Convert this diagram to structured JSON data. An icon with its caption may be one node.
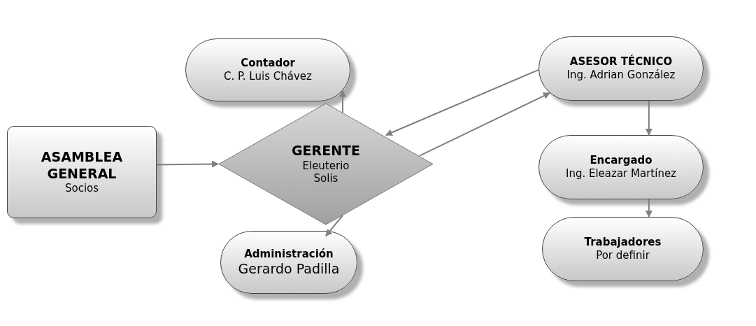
{
  "diagram": {
    "nodes": [
      {
        "text": [
          "ASAMBLEA GENERAL",
          "Socios"
        ]
      },
      {
        "text": [
          "Contador",
          "C. P. Luis Chávez"
        ]
      },
      {
        "text": [
          "GERENTE",
          "Eleuterio Solis"
        ]
      },
      {
        "text": [
          "Administración",
          "Gerardo Padilla"
        ]
      },
      {
        "text": [
          "ASESOR TÉCNICO",
          "Ing. Adrian González"
        ]
      },
      {
        "text": [
          "Encargado",
          "Ing. Eleazar Martínez"
        ]
      },
      {
        "text": [
          "Trabajadores",
          "Por definir"
        ]
      }
    ],
    "edges": [
      {
        "from": 0,
        "to": 2,
        "arrow": "to"
      },
      {
        "from": 2,
        "to": 1,
        "arrow": "to"
      },
      {
        "from": 2,
        "to": 3,
        "arrow": "to"
      },
      {
        "from": 4,
        "to": 2,
        "arrow": "to"
      },
      {
        "from": 2,
        "to": 4,
        "arrow": "to"
      },
      {
        "from": 4,
        "to": 5,
        "arrow": "to"
      },
      {
        "from": 5,
        "to": 6,
        "arrow": "to"
      }
    ]
  }
}
